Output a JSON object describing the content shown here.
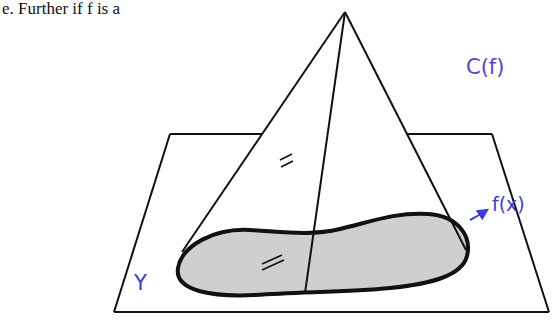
{
  "diagram": {
    "labels": [
      "e. Further if f is a",
      "C(f)",
      "f(x)",
      "Y"
    ]
  }
}
